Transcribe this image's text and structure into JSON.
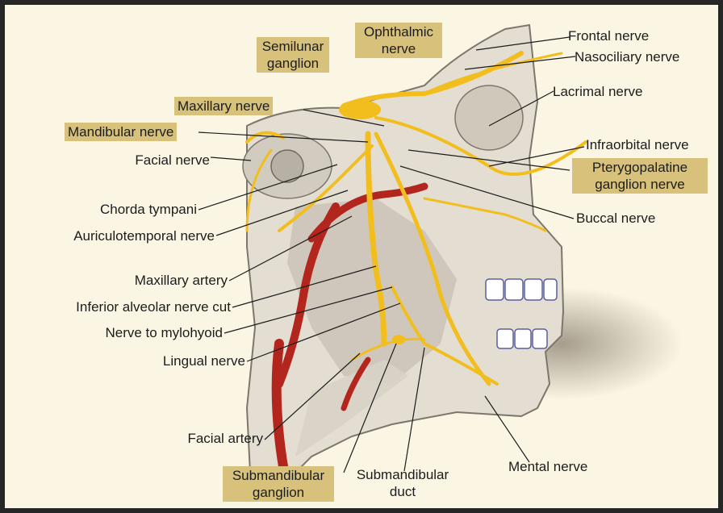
{
  "colors": {
    "background": "#fbf6e4",
    "frame": "#262626",
    "label_box": "#d8c17a",
    "nerve": "#f2be1e",
    "artery": "#b3261e",
    "bone": "#e3ddd2"
  },
  "illustration": {
    "icon": "anatomical-head-dissection-illustration"
  },
  "labels": {
    "semilunar_ganglion": "Semilunar ganglion",
    "ophthalmic_nerve": "Ophthalmic nerve",
    "frontal_nerve": "Frontal nerve",
    "nasociliary_nerve": "Nasociliary nerve",
    "lacrimal_nerve": "Lacrimal nerve",
    "maxillary_nerve": "Maxillary nerve",
    "mandibular_nerve": "Mandibular nerve",
    "facial_nerve": "Facial nerve",
    "infraorbital_nerve": "Infraorbital nerve",
    "pterygopalatine_ganglion_nerve": "Pterygopalatine ganglion nerve",
    "chorda_tympani": "Chorda tympani",
    "buccal_nerve": "Buccal nerve",
    "auriculotemporal_nerve": "Auriculotemporal nerve",
    "maxillary_artery": "Maxillary artery",
    "inferior_alveolar_nerve_cut": "Inferior alveolar nerve cut",
    "nerve_to_mylohyoid": "Nerve to mylohyoid",
    "lingual_nerve": "Lingual nerve",
    "facial_artery": "Facial artery",
    "mental_nerve": "Mental nerve",
    "submandibular_ganglion": "Submandibular ganglion",
    "submandibular_duct": "Submandibular duct"
  }
}
